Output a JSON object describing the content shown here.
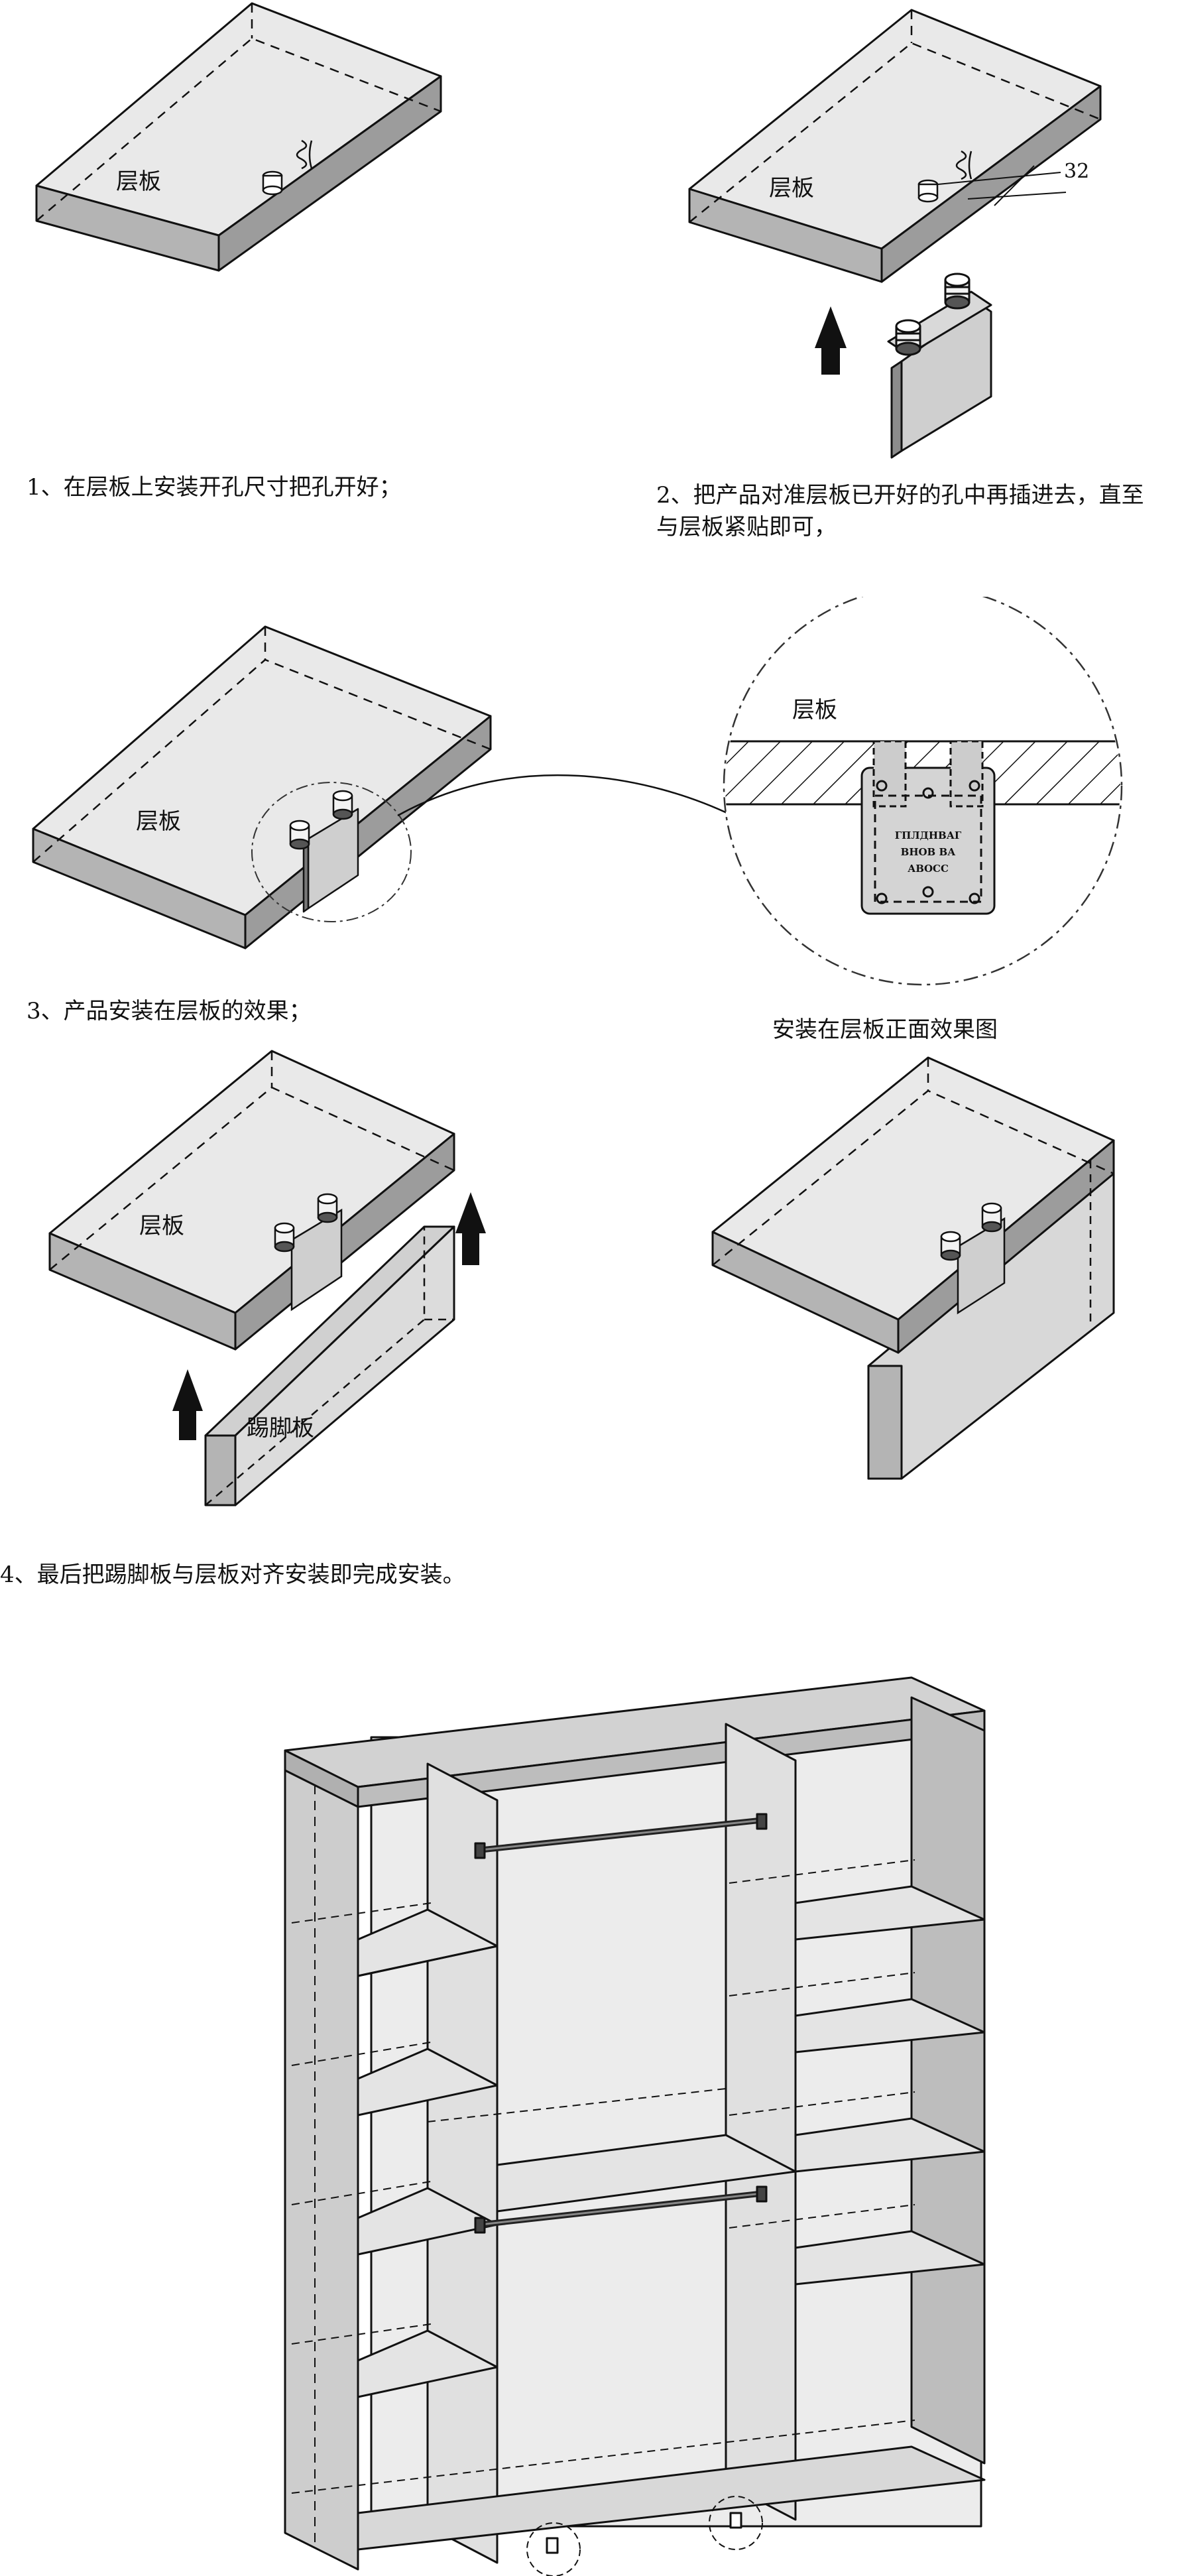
{
  "labels": {
    "shelf": "层板",
    "kick_board": "踢脚板",
    "dimension": "32",
    "plate_text_1": "ГПЛДНВАГ",
    "plate_text_2": "ВНОВ ВА",
    "plate_text_3": "АВОСС"
  },
  "captions": {
    "step1": "1、在层板上安装开孔尺寸把孔开好；",
    "step2_line1": "2、把产品对准层板已开好的孔中再插进去，直至",
    "step2_line2": "与层板紧贴即可，",
    "step3": "3、产品安装在层板的效果；",
    "front_view": "安装在层板正面效果图",
    "step4": "4、最后把踢脚板与层板对齐安装即完成安装。"
  }
}
